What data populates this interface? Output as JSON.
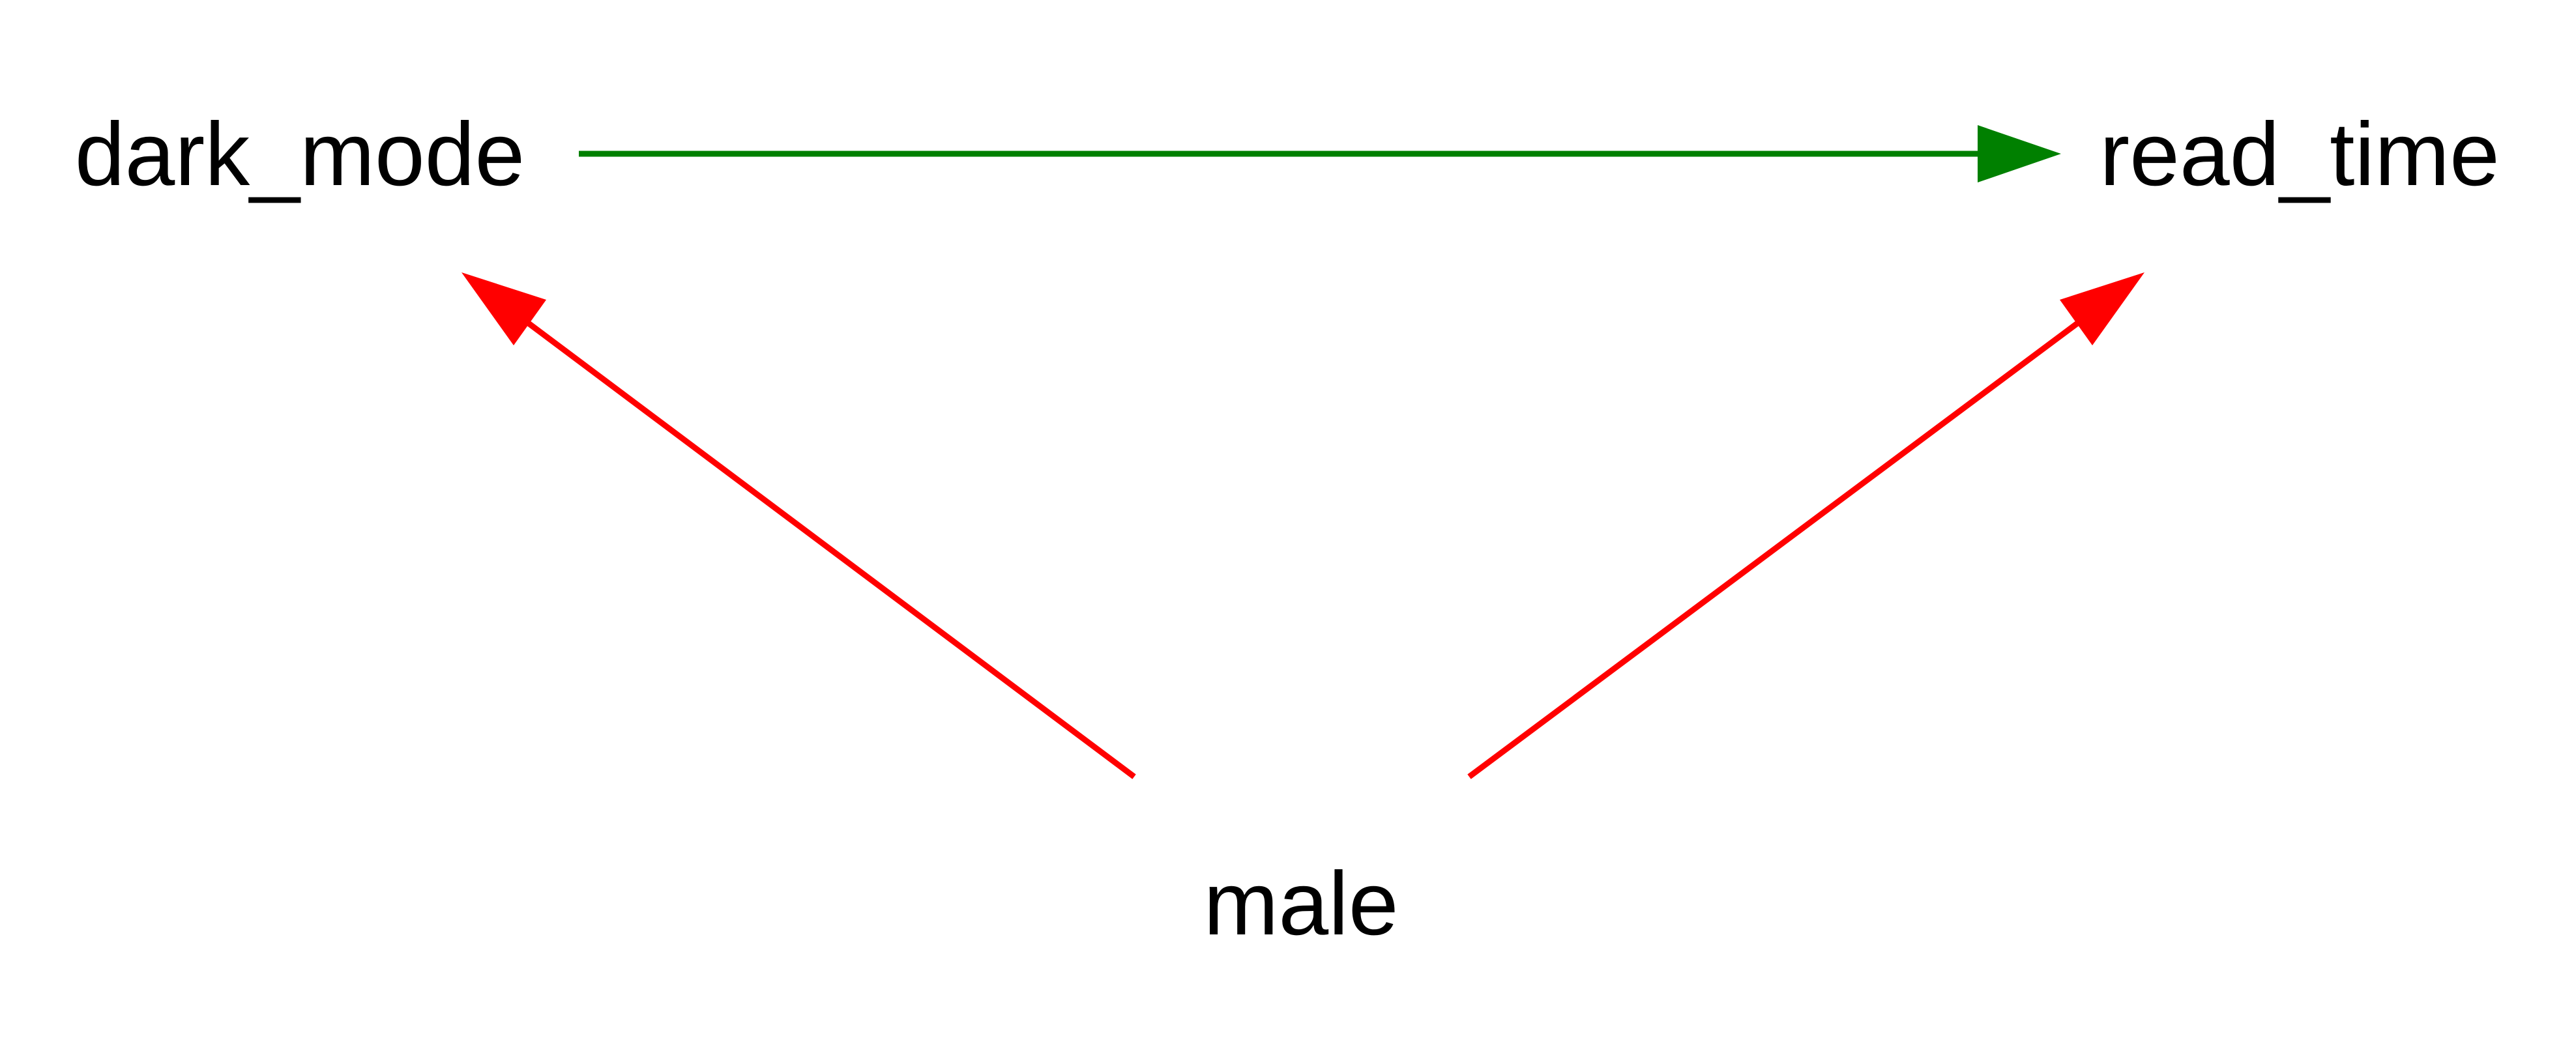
{
  "diagram": {
    "nodes": {
      "dark_mode": {
        "label": "dark_mode"
      },
      "read_time": {
        "label": "read_time"
      },
      "male": {
        "label": "male"
      }
    },
    "edges": [
      {
        "from": "dark_mode",
        "to": "read_time",
        "color": "#008000"
      },
      {
        "from": "male",
        "to": "dark_mode",
        "color": "#ff0000"
      },
      {
        "from": "male",
        "to": "read_time",
        "color": "#ff0000"
      }
    ]
  }
}
